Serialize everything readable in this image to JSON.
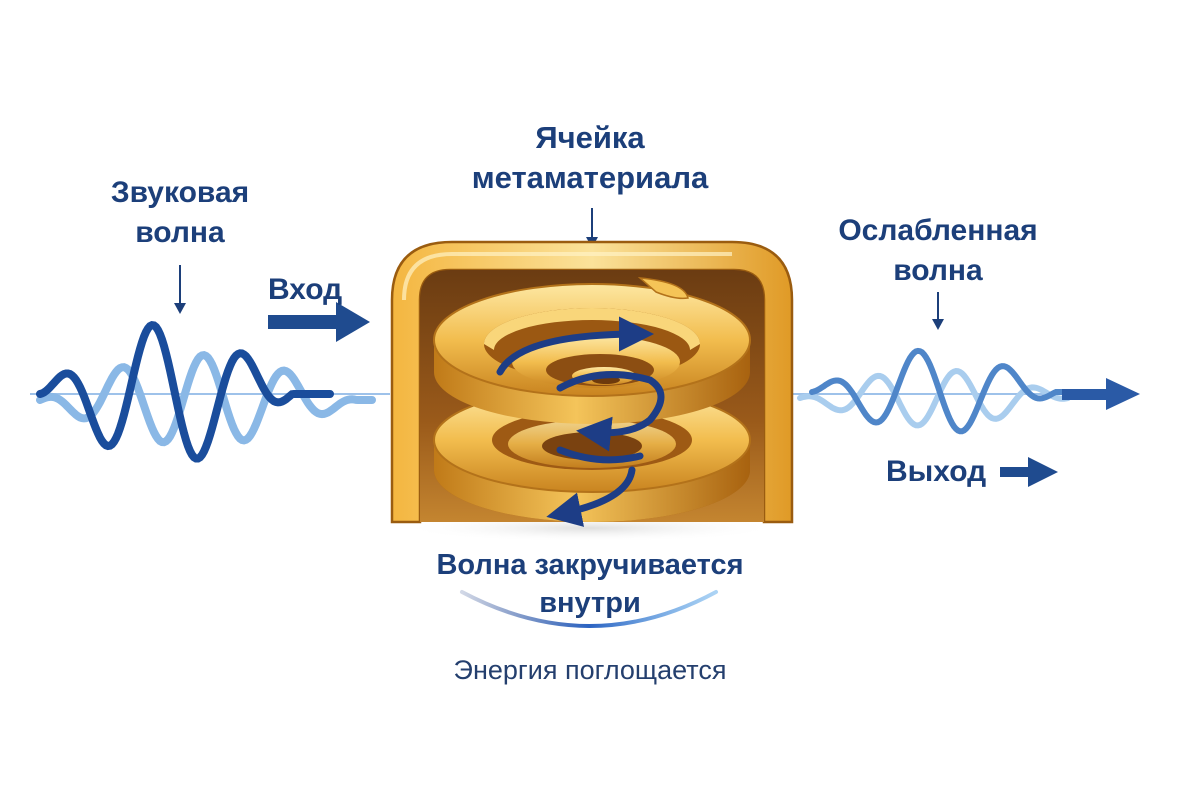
{
  "labels": {
    "sound_wave_line1": "Звуковая",
    "sound_wave_line2": "волна",
    "input": "Вход",
    "cell_line1": "Ячейка",
    "cell_line2": "метаматериала",
    "attenuated_line1": "Ослабленная",
    "attenuated_line2": "волна",
    "output": "Выход",
    "swirl_line1": "Волна закручивается",
    "swirl_line2": "внутри",
    "energy": "Энергия поглощается"
  },
  "colors": {
    "text": "#1c3f7a",
    "arrow": "#1f4b8f",
    "wave_dark": "#1a4d9c",
    "wave_light": "#8ab8e6",
    "gold_light": "#f7d276",
    "gold_mid": "#e6a832",
    "gold_dark": "#b06e14",
    "swirl_arrow": "#1d3d86"
  },
  "icons": {
    "input_arrow": "arrow-right-icon",
    "output_arrow": "arrow-right-icon",
    "swirl_arrows": "rotation-arrow-icon"
  }
}
